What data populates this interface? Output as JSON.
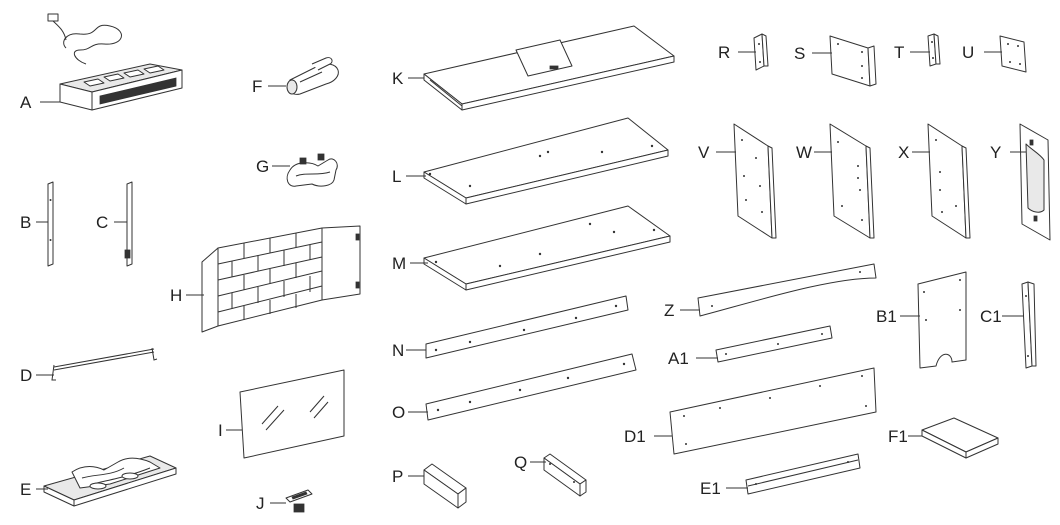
{
  "parts": [
    {
      "id": "A",
      "label": "A"
    },
    {
      "id": "B",
      "label": "B"
    },
    {
      "id": "C",
      "label": "C"
    },
    {
      "id": "D",
      "label": "D"
    },
    {
      "id": "E",
      "label": "E"
    },
    {
      "id": "F",
      "label": "F"
    },
    {
      "id": "G",
      "label": "G"
    },
    {
      "id": "H",
      "label": "H"
    },
    {
      "id": "I",
      "label": "I"
    },
    {
      "id": "J",
      "label": "J"
    },
    {
      "id": "K",
      "label": "K"
    },
    {
      "id": "L",
      "label": "L"
    },
    {
      "id": "M",
      "label": "M"
    },
    {
      "id": "N",
      "label": "N"
    },
    {
      "id": "O",
      "label": "O"
    },
    {
      "id": "P",
      "label": "P"
    },
    {
      "id": "Q",
      "label": "Q"
    },
    {
      "id": "R",
      "label": "R"
    },
    {
      "id": "S",
      "label": "S"
    },
    {
      "id": "T",
      "label": "T"
    },
    {
      "id": "U",
      "label": "U"
    },
    {
      "id": "V",
      "label": "V"
    },
    {
      "id": "W",
      "label": "W"
    },
    {
      "id": "X",
      "label": "X"
    },
    {
      "id": "Y",
      "label": "Y"
    },
    {
      "id": "Z",
      "label": "Z"
    },
    {
      "id": "A1",
      "label": "A1"
    },
    {
      "id": "B1",
      "label": "B1"
    },
    {
      "id": "C1",
      "label": "C1"
    },
    {
      "id": "D1",
      "label": "D1"
    },
    {
      "id": "E1",
      "label": "E1"
    },
    {
      "id": "F1",
      "label": "F1"
    }
  ]
}
